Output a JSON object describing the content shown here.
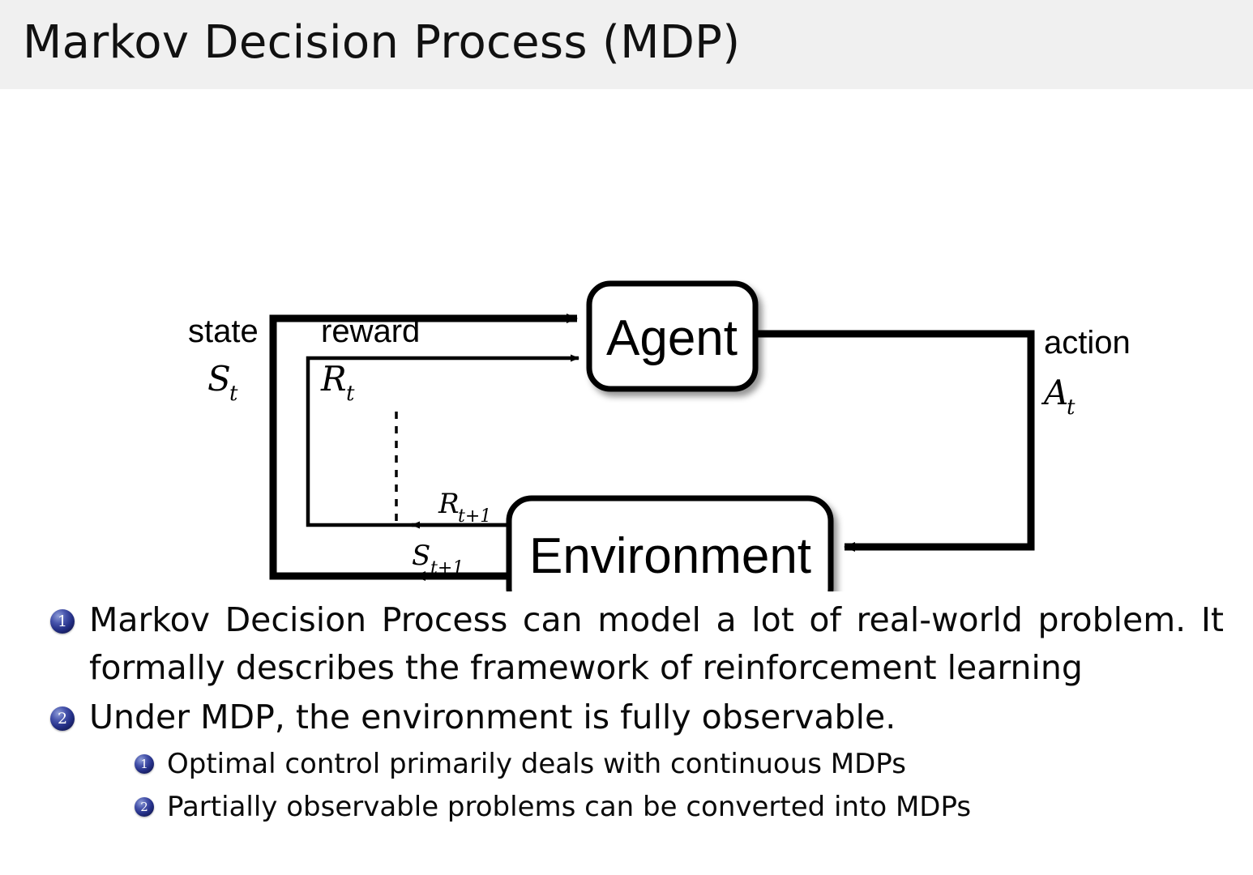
{
  "header": {
    "title": "Markov Decision Process (MDP)",
    "band_color": "#f0f0f0"
  },
  "diagram": {
    "name": "agent-environment-interaction-loop",
    "nodes": [
      {
        "id": "agent",
        "label": "Agent"
      },
      {
        "id": "environment",
        "label": "Environment"
      }
    ],
    "edge_labels": {
      "state_word": "state",
      "state_symbol": "S",
      "state_subscript": "t",
      "reward_word": "reward",
      "reward_symbol": "R",
      "reward_subscript": "t",
      "action_word": "action",
      "action_symbol": "A",
      "action_subscript": "t",
      "next_reward_symbol": "R",
      "next_reward_subscript": "t+1",
      "next_state_symbol": "S",
      "next_state_subscript": "t+1"
    },
    "stroke_color": "#000000",
    "box_fill": "#ffffff"
  },
  "bullets": {
    "accent_color": "#242f86",
    "items": [
      {
        "number": "1",
        "level": 1,
        "text": "Markov Decision Process can model a lot of real-world problem. It formally describes the framework of reinforcement learning"
      },
      {
        "number": "2",
        "level": 1,
        "text": "Under MDP, the environment is fully observable."
      },
      {
        "number": "1",
        "level": 2,
        "text": "Optimal control primarily deals with continuous MDPs"
      },
      {
        "number": "2",
        "level": 2,
        "text": "Partially observable problems can be converted into MDPs"
      }
    ]
  }
}
